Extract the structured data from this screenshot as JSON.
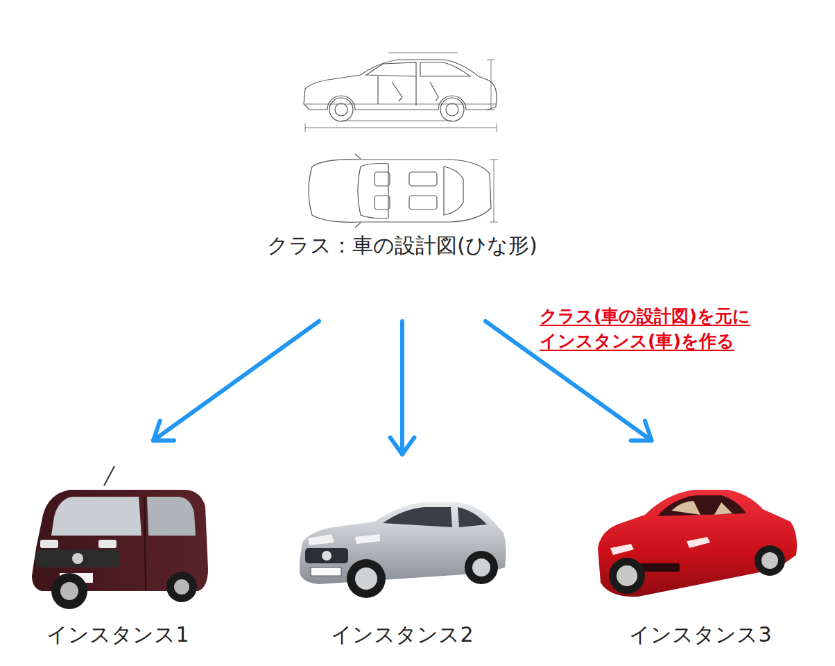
{
  "diagram": {
    "nodes": [
      {
        "text": [
          "クラス：車の設計図(ひな形)"
        ]
      },
      {
        "text": [
          "インスタンス1"
        ]
      },
      {
        "text": [
          "インスタンス2"
        ]
      },
      {
        "text": [
          "インスタンス3"
        ]
      }
    ],
    "edges": [
      {
        "from": 0,
        "to": 1,
        "arrow": "to"
      },
      {
        "from": 0,
        "to": 2,
        "arrow": "to"
      },
      {
        "from": 0,
        "to": 3,
        "arrow": "to"
      }
    ],
    "labels": [
      "クラス(車の設計図)を元に インスタンス(車)を作る"
    ]
  }
}
